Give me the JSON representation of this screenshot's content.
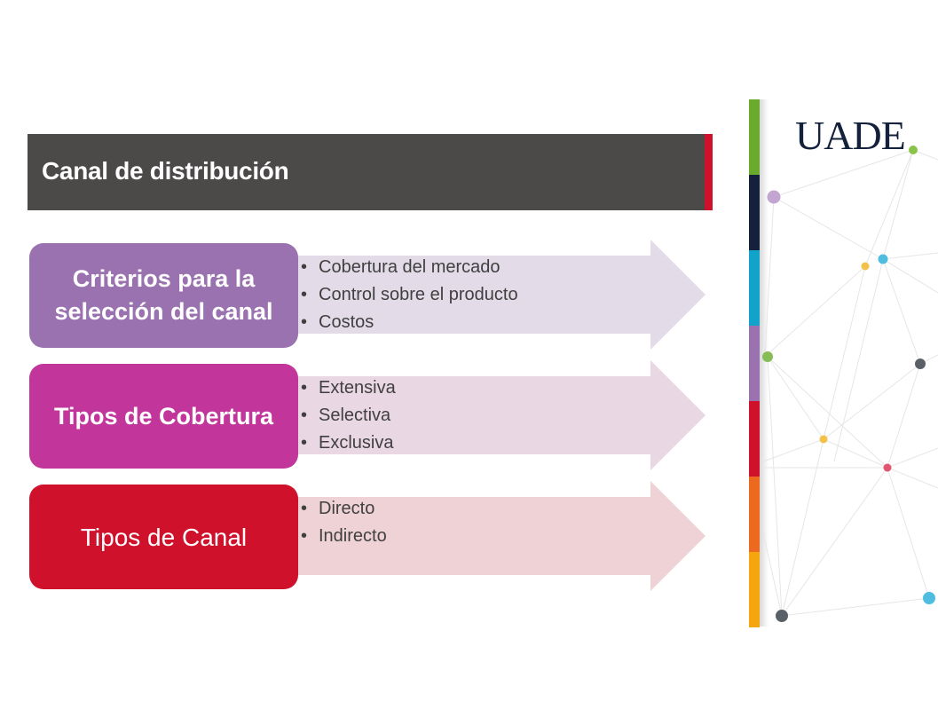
{
  "slide": {
    "title": "Canal de distribución",
    "logo_text": "UADE",
    "rows": [
      {
        "label": "Criterios para la selección del canal",
        "color": "#9b72b0",
        "arrow_color": "#e3dbe8",
        "bold": true,
        "bullets": [
          "Cobertura del mercado",
          "Control sobre el producto",
          "Costos"
        ]
      },
      {
        "label": "Tipos de Cobertura",
        "color": "#c2369b",
        "arrow_color": "#ead7e4",
        "bold": true,
        "bullets": [
          "Extensiva",
          "Selectiva",
          "Exclusiva"
        ]
      },
      {
        "label": "Tipos de Canal",
        "color": "#cf112b",
        "arrow_color": "#efd2d6",
        "bold": false,
        "bullets": [
          "Directo",
          "Indirecto"
        ]
      }
    ],
    "bullet_char": "•"
  },
  "colors": {
    "title_bar": "#4c4949",
    "title_accent": "#cf112b",
    "strip": [
      "#6aab2e",
      "#15203a",
      "#12a3cb",
      "#9b72b0",
      "#cf112b",
      "#ec6a1f",
      "#f5a50e"
    ]
  }
}
